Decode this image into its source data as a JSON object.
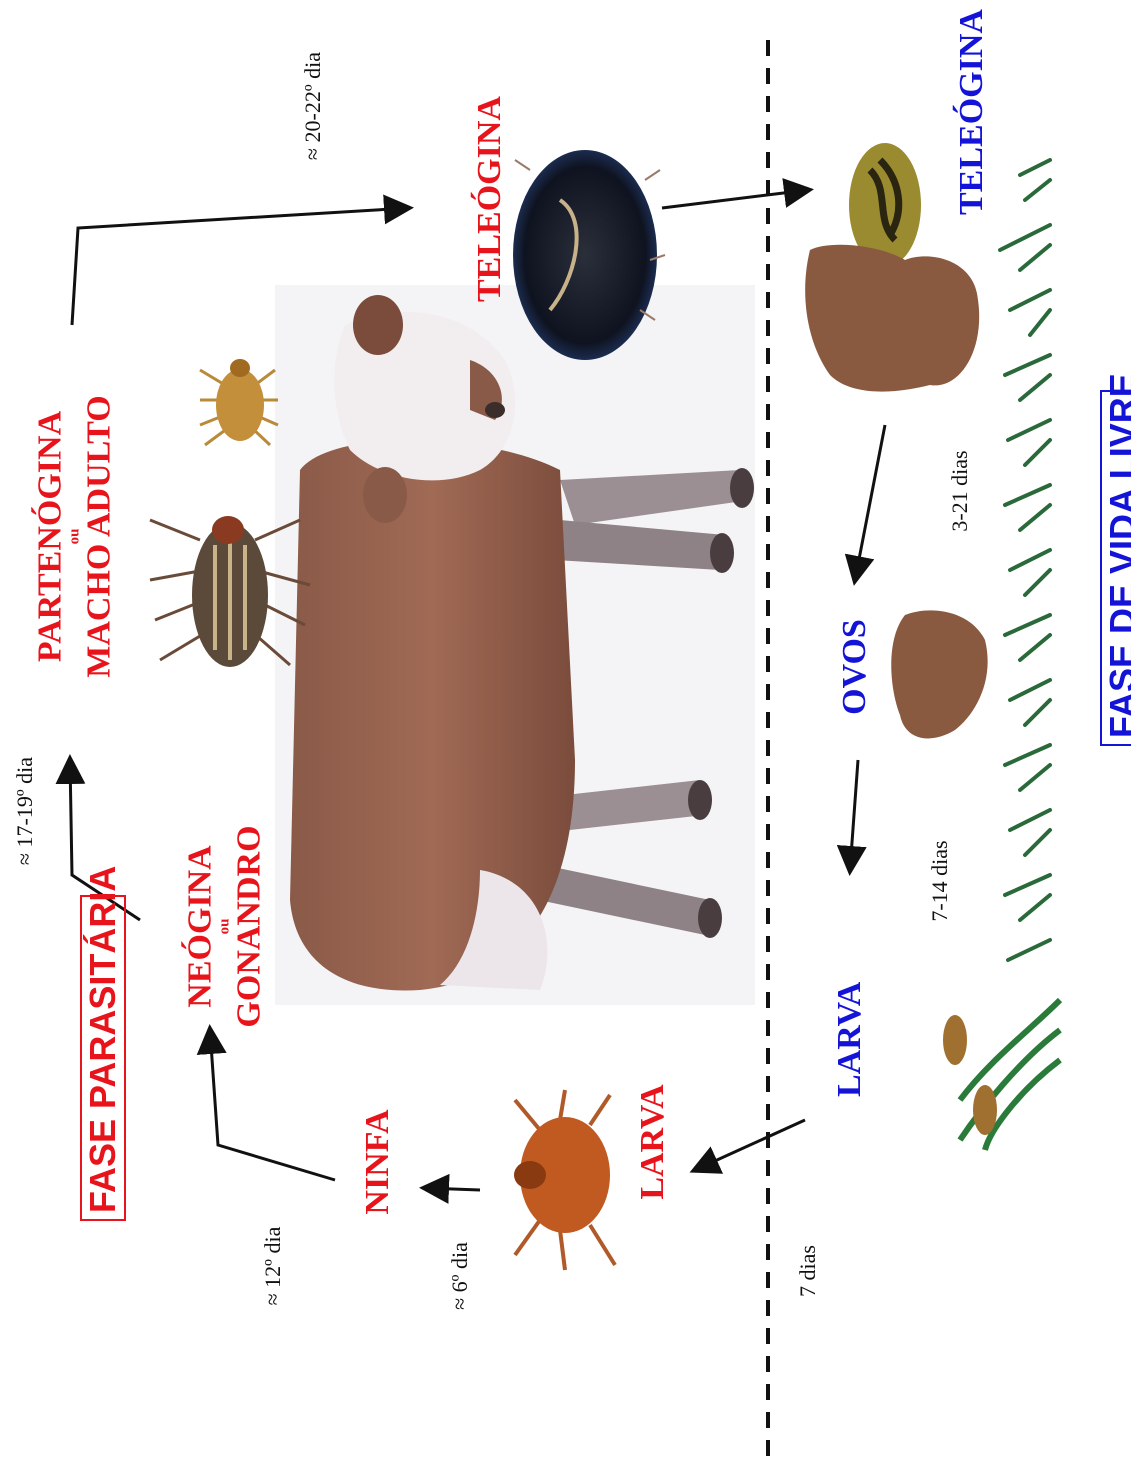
{
  "phases": {
    "parasitic": "FASE PARASITÁRIA",
    "free_living": "FASE DE VIDA LIVRE"
  },
  "parasitic_stages": {
    "larva": "LARVA",
    "ninfa": "NINFA",
    "neogina": {
      "line1": "NEÓGINA",
      "connector": "ou",
      "line2": "GONANDRO"
    },
    "partenogina": {
      "line1": "PARTENÓGINA",
      "connector": "ou",
      "line2": "MACHO ADULTO"
    },
    "teleogina": "TELEÓGINA"
  },
  "free_living_stages": {
    "teleogina": "TELEÓGINA",
    "ovos": "OVOS",
    "larva": "LARVA"
  },
  "durations": {
    "day6": "≈ 6º dia",
    "day12": "≈ 12º dia",
    "day17_19": "≈ 17-19º dia",
    "day20_22": "≈ 20-22º dia",
    "days3_21": "3-21 dias",
    "days7_14": "7-14 dias",
    "days7": "7 dias"
  },
  "colors": {
    "parasitic_text": "#e8141b",
    "free_living_text": "#1414d8",
    "arrows": "#111111"
  }
}
